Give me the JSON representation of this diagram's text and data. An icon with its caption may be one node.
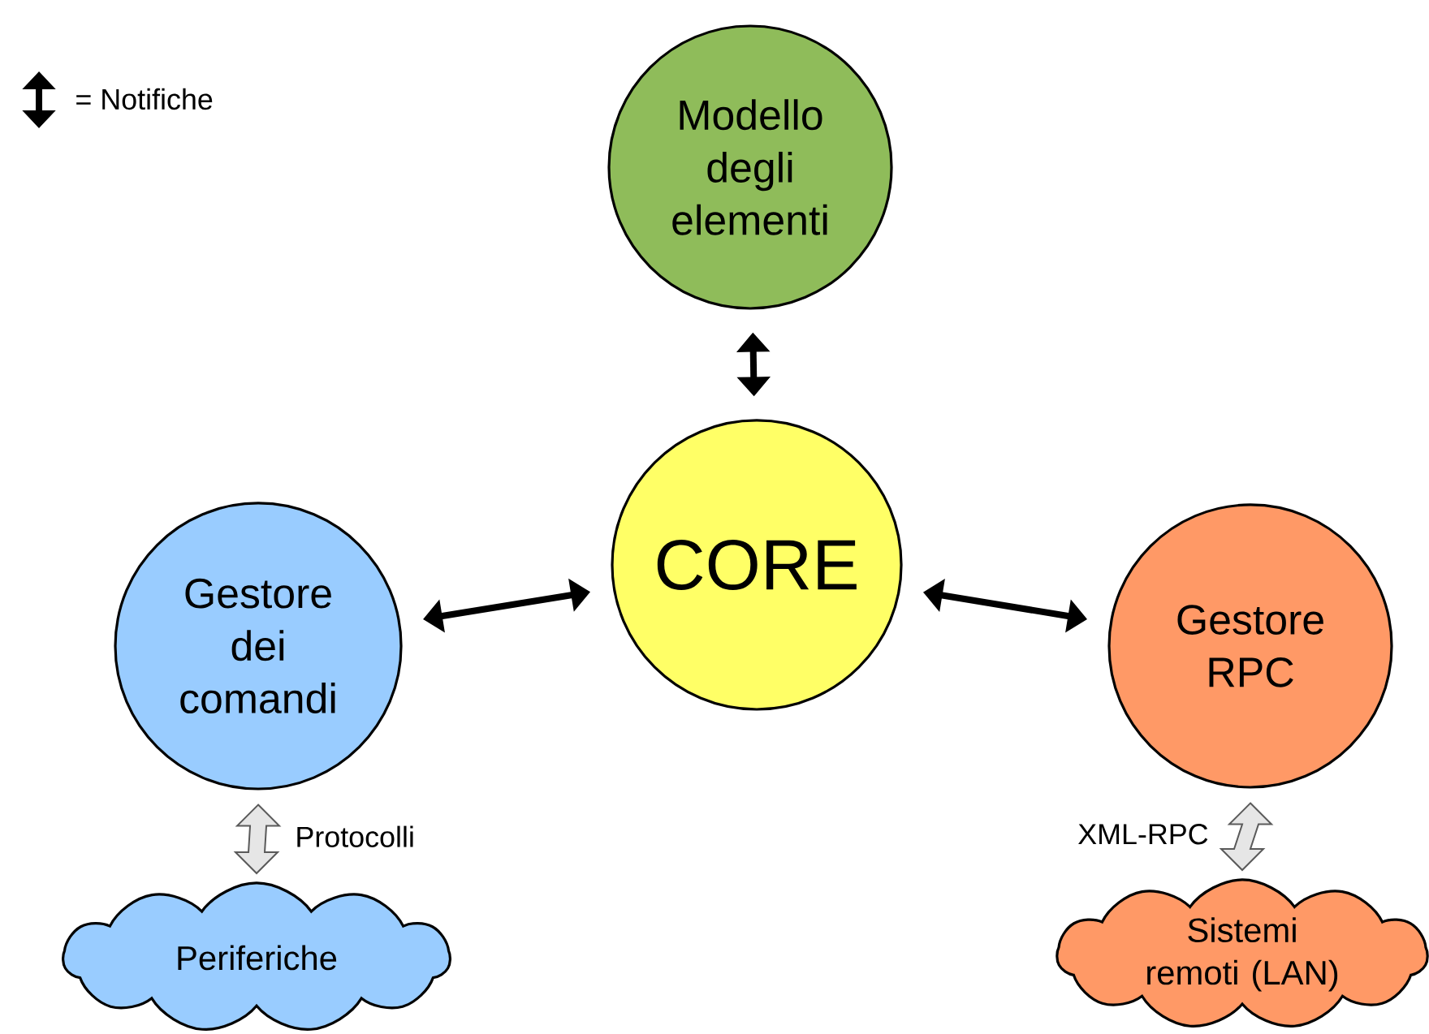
{
  "diagram": {
    "nodes": [
      {
        "text": [
          "Modello degli elementi"
        ]
      },
      {
        "text": [
          "CORE"
        ]
      },
      {
        "text": [
          "Gestore dei comandi"
        ]
      },
      {
        "text": [
          "Gestore RPC"
        ]
      },
      {
        "text": [
          "Periferiche"
        ]
      },
      {
        "text": [
          "Sistemi remoti (LAN)"
        ]
      }
    ],
    "edges": [
      {
        "from": 0,
        "to": 1,
        "arrow": "both"
      },
      {
        "from": 1,
        "to": 2,
        "arrow": "both"
      },
      {
        "from": 1,
        "to": 3,
        "arrow": "both"
      },
      {
        "from": 2,
        "to": 4,
        "arrow": "both",
        "label": "Protocolli",
        "color": "#e6e6e6"
      },
      {
        "from": 3,
        "to": 5,
        "arrow": "both",
        "label": "XML-RPC",
        "color": "#e6e6e6"
      }
    ],
    "legend": [
      {
        "text": "= Notifiche"
      }
    ]
  }
}
